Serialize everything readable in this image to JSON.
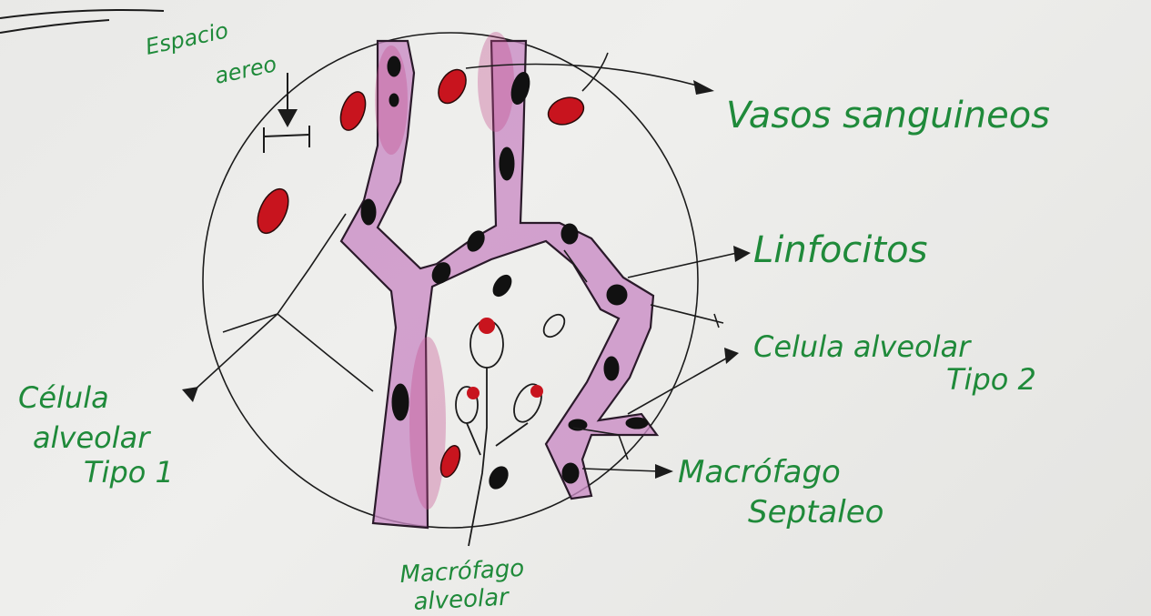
{
  "labels": {
    "espacio_line1": "Espacio",
    "espacio_line2": "aereo",
    "vasos": "Vasos sanguineos",
    "linfocitos": "Linfocitos",
    "tipo2_line1": "Celula alveolar",
    "tipo2_line2": "Tipo 2",
    "tipo1_line1": "Célula",
    "tipo1_line2": "alveolar",
    "tipo1_line3": "Tipo 1",
    "septal_line1": "Macrófago",
    "septal_line2": "Septaleo",
    "alveolar_line1": "Macrófago",
    "alveolar_line2": "alveolar"
  },
  "colors": {
    "ink": "#1b1b1b",
    "label_green": "#1f8a3a",
    "septum_pink": "#c98bc4",
    "blood_red": "#c8141e",
    "nucleus": "#111111"
  }
}
